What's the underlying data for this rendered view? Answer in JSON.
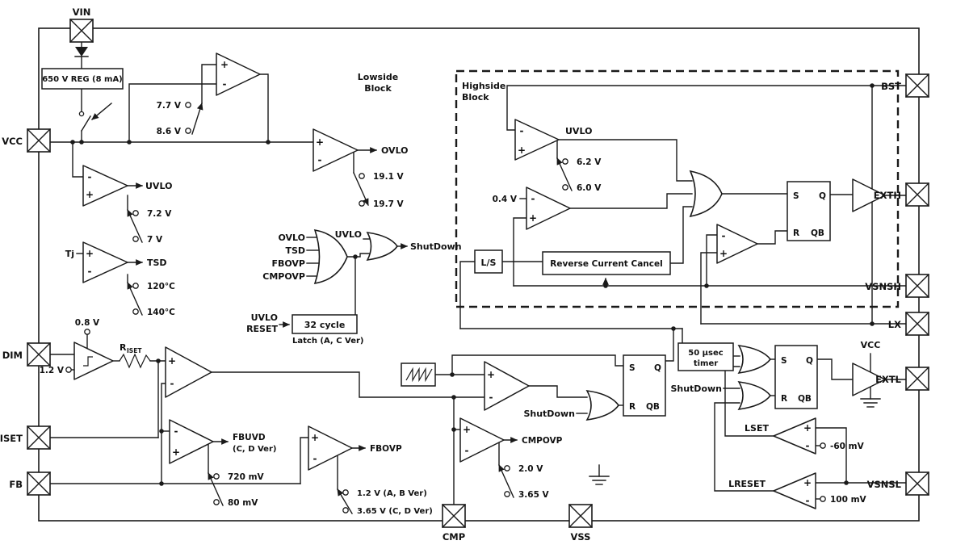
{
  "pins": {
    "vin": "VIN",
    "vcc": "VCC",
    "dim": "DIM",
    "iset": "ISET",
    "fb": "FB",
    "cmp": "CMP",
    "vss": "VSS",
    "bst": "BST",
    "exth": "EXTH",
    "vsnsh": "VSNSH",
    "lx": "LX",
    "extl": "EXTL",
    "vsnsl": "VSNSL"
  },
  "regions": {
    "lowside_line1": "Lowside",
    "lowside_line2": "Block",
    "highside_line1": "Highside",
    "highside_line2": "Block"
  },
  "boxes": {
    "reg": "650 V REG (8 mA)",
    "latch": "32 cycle",
    "latch_caption": "Latch (A, C Ver)",
    "rcc": "Reverse Current Cancel",
    "ls": "L/S",
    "timer_line1": "50 µsec",
    "timer_line2": "timer"
  },
  "signals": {
    "uvlo": "UVLO",
    "ovlo": "OVLO",
    "tsd": "TSD",
    "tj": "Tj",
    "shutdown": "ShutDown",
    "reset": "RESET",
    "fbuvd": "FBUVD",
    "fbuvd_ver": "(C, D Ver)",
    "fbovp": "FBOVP",
    "cmpovp": "CMPOVP",
    "lset": "LSET",
    "lreset": "LRESET",
    "riset_r": "R",
    "riset_sub": "ISET",
    "vcc_ref": "VCC"
  },
  "thresholds": {
    "vcc_on": "7.7 V",
    "vcc_off": "8.6 V",
    "uvlo_on": "7.2 V",
    "uvlo_off": "7 V",
    "tsd_on": "120°C",
    "tsd_off": "140°C",
    "ovlo_on": "19.1 V",
    "ovlo_off": "19.7 V",
    "hs_uvlo_on": "6.2 V",
    "hs_uvlo_off": "6.0 V",
    "hs_rcc": "0.4 V",
    "dim_high": "0.8 V",
    "dim_low": "1.2 V",
    "fbuvd_on": "720 mV",
    "fbuvd_off": "80 mV",
    "fbovp_ab": "1.2 V (A, B Ver)",
    "fbovp_cd": "3.65 V (C, D Ver)",
    "cmpovp_on": "2.0 V",
    "cmpovp_off": "3.65 V",
    "lset_th": "-60 mV",
    "lreset_th": "100 mV"
  },
  "flipflop": {
    "s": "S",
    "r": "R",
    "q": "Q",
    "qb": "QB"
  },
  "symbols": {
    "plus": "+",
    "minus": "-"
  }
}
